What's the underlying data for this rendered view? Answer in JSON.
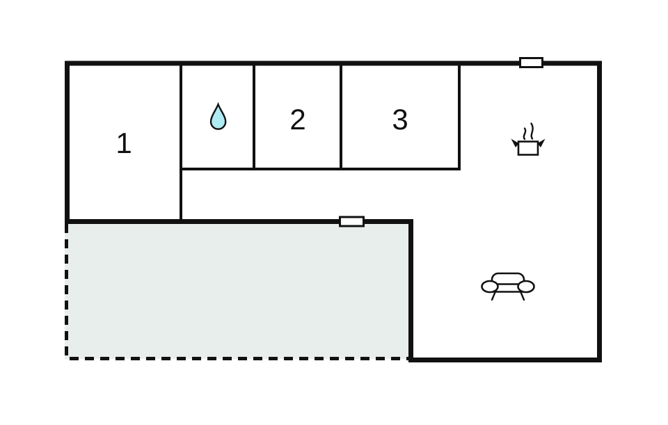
{
  "page": {
    "type": "floor-plan",
    "background": "#ffffff"
  },
  "colors": {
    "wall": "#111111",
    "terrace_fill": "#e8eeec",
    "droplet_fill": "#aeebf2",
    "icon_stroke": "#111111",
    "text": "#111111"
  },
  "floor_plan": {
    "rooms": [
      {
        "id": "room-1",
        "label": "1"
      },
      {
        "id": "room-2",
        "label": "2"
      },
      {
        "id": "room-3",
        "label": "3"
      },
      {
        "id": "bathroom",
        "label": "",
        "icon": "water-droplet"
      },
      {
        "id": "kitchen",
        "label": "",
        "icon": "cooking-pot"
      },
      {
        "id": "living-area",
        "label": "",
        "icon": "sofa"
      },
      {
        "id": "terrace",
        "label": "",
        "style": "dashed-outline"
      }
    ],
    "windows": [
      {
        "location": "top-wall"
      },
      {
        "location": "terrace-wall"
      }
    ]
  }
}
